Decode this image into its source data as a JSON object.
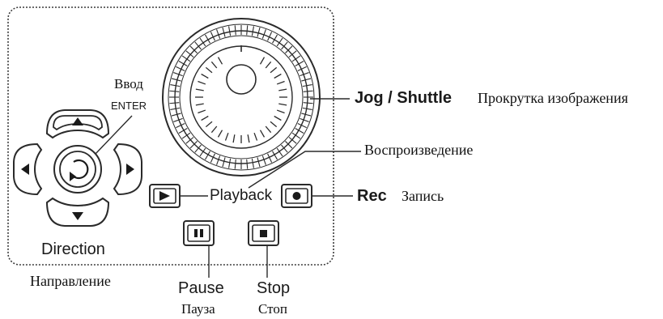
{
  "controls": {
    "jog_shuttle": {
      "label": "Jog / Shuttle",
      "translation": "Прокрутка изображения"
    },
    "enter": {
      "label": "ENTER",
      "translation": "Ввод",
      "icon": "enter-return-icon"
    },
    "direction": {
      "label": "Direction",
      "translation": "Направление",
      "icons": [
        "arrow-up-icon",
        "arrow-down-icon",
        "arrow-left-icon",
        "arrow-right-icon"
      ]
    },
    "playback": {
      "label": "Playback",
      "translation": "Воспроизведение",
      "icon": "play-icon"
    },
    "rec": {
      "label": "Rec",
      "translation": "Запись",
      "icon": "record-icon"
    },
    "pause": {
      "label": "Pause",
      "translation": "Пауза",
      "icon": "pause-icon"
    },
    "stop": {
      "label": "Stop",
      "translation": "Стоп",
      "icon": "stop-icon"
    }
  },
  "colors": {
    "line": "#2a2a2a",
    "panel_border": "#3a3a3a",
    "background": "#ffffff"
  }
}
